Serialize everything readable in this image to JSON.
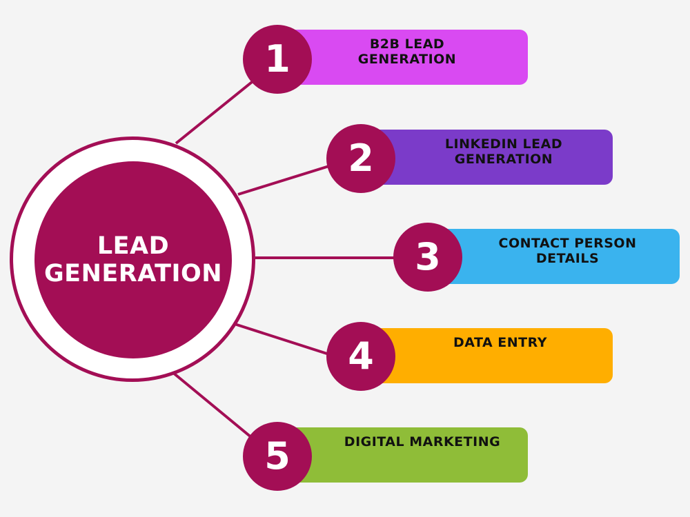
{
  "hub": {
    "label_line1": "LEAD",
    "label_line2": "GENERATION",
    "color": "#a30e55"
  },
  "items": [
    {
      "number": "1",
      "line1": "B2B LEAD",
      "line2": "GENERATION",
      "color": "#d94af2"
    },
    {
      "number": "2",
      "line1": "LINKEDIN LEAD",
      "line2": "GENERATION",
      "color": "#7b3bc9"
    },
    {
      "number": "3",
      "line1": "CONTACT PERSON",
      "line2": "DETAILS",
      "color": "#3ab3ee"
    },
    {
      "number": "4",
      "line1": "DATA ENTRY",
      "line2": "",
      "color": "#ffae00"
    },
    {
      "number": "5",
      "line1": "DIGITAL MARKETING",
      "line2": "",
      "color": "#8fbd38"
    }
  ]
}
